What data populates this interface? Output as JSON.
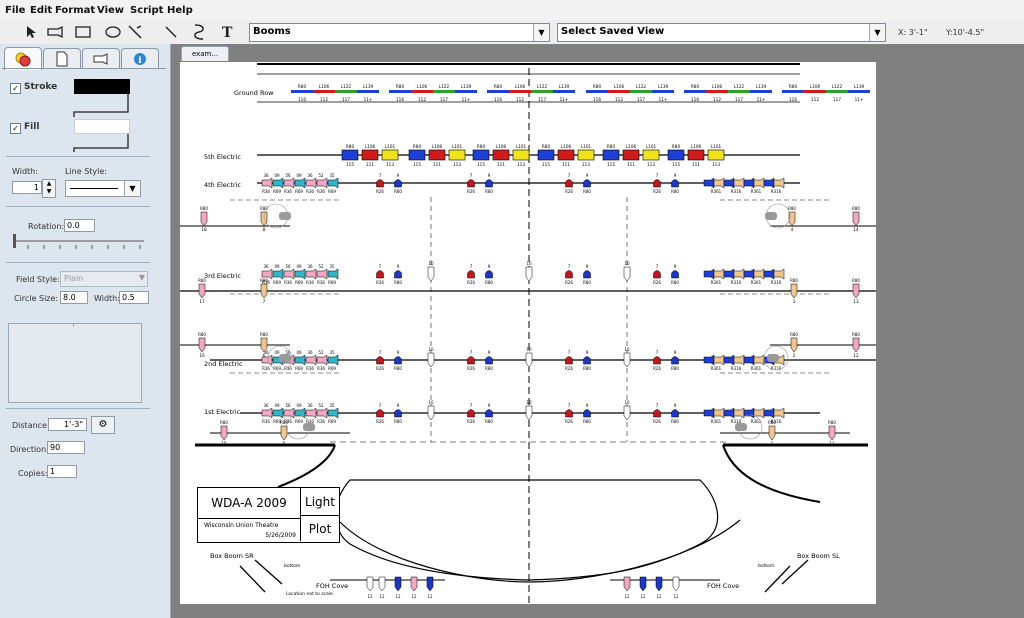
{
  "menu": {
    "items": [
      "File",
      "Edit",
      "Format",
      "View",
      "Script",
      "Help"
    ]
  },
  "toolbar": {
    "tools": [
      "pointer-tool",
      "instrument-tool",
      "rectangle-tool",
      "ellipse-tool",
      "cut-tool",
      "line-tool",
      "pen-tool",
      "text-tool"
    ],
    "layer_select": "Booms",
    "saved_view_select": "Select Saved View",
    "coord_x": "X: 3'-1\"",
    "coord_y": "Y:10'-4.5\""
  },
  "panel": {
    "stroke_label": "Stroke",
    "fill_label": "Fill",
    "width_label": "Width:",
    "width_value": "1",
    "line_style_label": "Line Style:",
    "rotation_label": "Rotation:",
    "rotation_value": "0.0",
    "field_style_label": "Field Style:",
    "field_style_value": "Plain",
    "circle_size_label": "Circle Size:",
    "circle_size_value": "8.0",
    "circle_width_label": "Width:",
    "circle_width_value": "0.5",
    "distance_label": "Distance:",
    "distance_value": "1'-3\"",
    "direction_label": "Direction:",
    "direction_value": "90",
    "copies_label": "Copies:",
    "copies_value": "1",
    "stroke_color": "#000000",
    "fill_color": "#ffffff"
  },
  "document": {
    "tab_label": "exam...",
    "pipes": {
      "ground_row": "Ground Row",
      "fifth": "5th Electric",
      "fourth": "4th Electric",
      "third": "3rd Electric",
      "second": "2nd Electric",
      "first": "1st Electric",
      "box_boom_sr": "Box Boom SR",
      "box_boom_sl": "Box Boom SL",
      "foh_cove_left": "FOH Cove",
      "foh_cove_right": "FOH Cove",
      "bottom_left": "bottom",
      "bottom_right": "bottom",
      "location_note": "Location not to scale"
    },
    "title_block": {
      "show": "WDA-A 2009",
      "venue": "Wisconsin Union Theatre",
      "date": "5/26/2009",
      "word1": "Light",
      "word2": "Plot"
    },
    "ground_row": {
      "gel_top": [
        "R80",
        "L106",
        "L122",
        "L139"
      ],
      "channels": [
        "116",
        "112",
        "117",
        "11+"
      ]
    },
    "fifth_electric": {
      "gel_top": [
        "R80",
        "L106",
        "L101"
      ],
      "channels": [
        "115",
        "111",
        "113"
      ]
    },
    "colors": {
      "blue": "#1d3fd8",
      "red": "#d11a1a",
      "yellow": "#f2e21a",
      "green": "#2aa12a",
      "pink": "#f3a7c2",
      "cyan": "#2fb6c9",
      "tan": "#f2c58c",
      "grey_fixture": "#9a9a9a",
      "red_fixture": "#c4161c",
      "blue_fixture": "#1b36c8"
    }
  }
}
